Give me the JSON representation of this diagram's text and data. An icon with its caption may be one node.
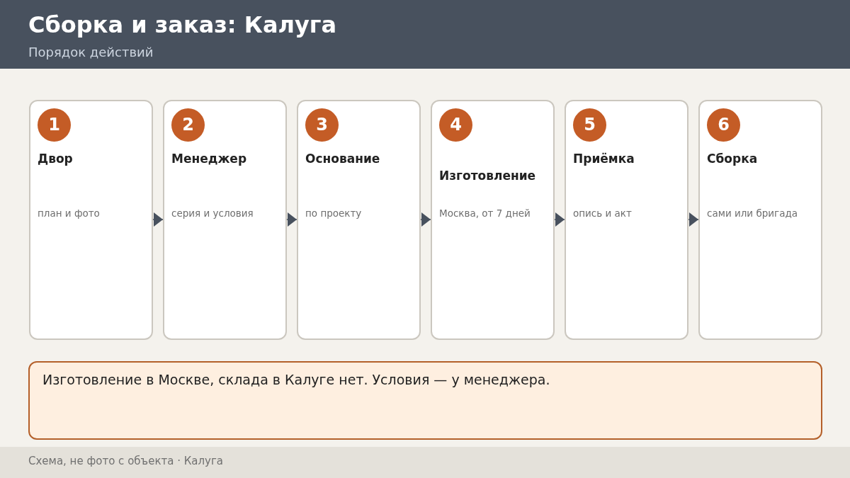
{
  "diagram": {
    "title": "Сборка и заказ: Калуга",
    "nodes": [
      {
        "text": [
          "1",
          "Двор",
          "план и фото"
        ]
      },
      {
        "text": [
          "2",
          "Менеджер",
          "серия и условия"
        ]
      },
      {
        "text": [
          "3",
          "Основание",
          "по проекту"
        ]
      },
      {
        "text": [
          "4",
          "Изготовление",
          "Москва, от 7 дней"
        ]
      },
      {
        "text": [
          "5",
          "Приёмка",
          "опись и акт"
        ]
      },
      {
        "text": [
          "6",
          "Сборка",
          "сами или бригада"
        ]
      },
      {
        "text": [
          "Изготовление в Москве, склада в Калуге нет. Условия — у менеджера."
        ]
      }
    ],
    "edges": [
      {
        "from": 0,
        "to": 1,
        "arrow": "to"
      },
      {
        "from": 1,
        "to": 2,
        "arrow": "to"
      },
      {
        "from": 2,
        "to": 3,
        "arrow": "to"
      },
      {
        "from": 3,
        "to": 4,
        "arrow": "to"
      },
      {
        "from": 4,
        "to": 5,
        "arrow": "to"
      }
    ],
    "labels": [
      "Порядок действий",
      "Схема, не фото с объекта · Калуга"
    ]
  }
}
